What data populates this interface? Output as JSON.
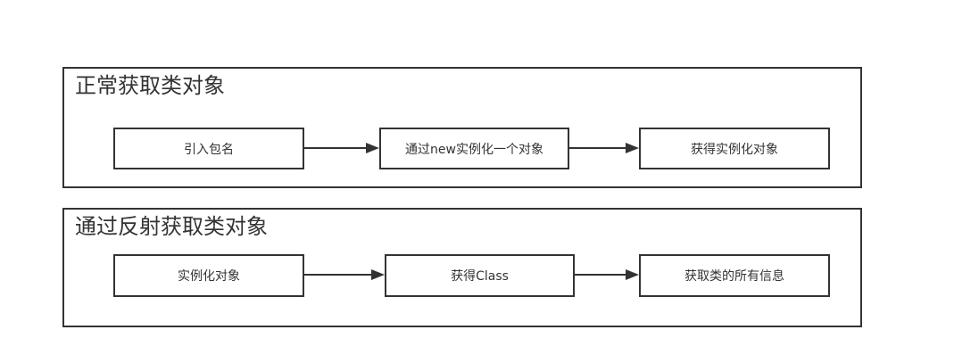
{
  "diagram": {
    "panels": [
      {
        "title": "正常获取类对象",
        "steps": [
          "引入包名",
          "通过new实例化一个对象",
          "获得实例化对象"
        ]
      },
      {
        "title": "通过反射获取类对象",
        "steps": [
          "实例化对象",
          "获得Class",
          "获取类的所有信息"
        ]
      }
    ],
    "colors": {
      "stroke": "#333333",
      "text": "#333333",
      "background": "#ffffff"
    }
  }
}
